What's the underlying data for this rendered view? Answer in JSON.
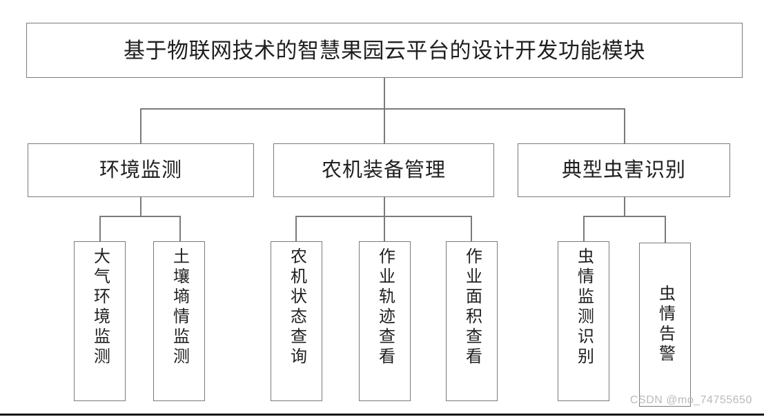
{
  "diagram": {
    "type": "tree",
    "root": {
      "id": "root",
      "label": "基于物联网技术的智慧果园云平台的设计开发功能模块"
    },
    "branches": [
      {
        "id": "branch-environment-monitoring",
        "label": "环境监测",
        "leaves": [
          {
            "id": "leaf-atmospheric-environment-monitoring",
            "label": "大气环境监测"
          },
          {
            "id": "leaf-soil-moisture-monitoring",
            "label": "土壤墒情监测"
          }
        ]
      },
      {
        "id": "branch-machinery-equipment-management",
        "label": "农机装备管理",
        "leaves": [
          {
            "id": "leaf-machinery-status-query",
            "label": "农机状态查询"
          },
          {
            "id": "leaf-operation-track-view",
            "label": "作业轨迹查看"
          },
          {
            "id": "leaf-operation-area-view",
            "label": "作业面积查看"
          }
        ]
      },
      {
        "id": "branch-typical-pest-identification",
        "label": "典型虫害识别",
        "leaves": [
          {
            "id": "leaf-pest-monitoring-identification",
            "label": "虫情监测识别"
          },
          {
            "id": "leaf-pest-alarm",
            "label": "虫情告警"
          }
        ]
      }
    ]
  },
  "watermark": {
    "text": "CSDN @mo_74755650"
  },
  "colors": {
    "box_border": "#7a7a7a",
    "connector": "#7a7a7a",
    "text": "#1f1f1f",
    "watermark": "#b9b9b9",
    "background": "#ffffff",
    "bottom_rule": "#141414"
  }
}
